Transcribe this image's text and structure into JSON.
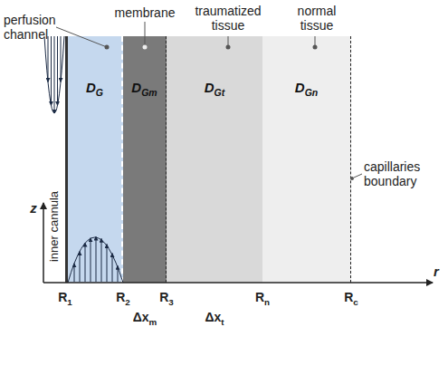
{
  "diagram": {
    "nodes": [
      {
        "text": [
          "DG"
        ]
      },
      {
        "text": [
          "DGm"
        ]
      },
      {
        "text": [
          "DGt"
        ]
      },
      {
        "text": [
          "DGn"
        ]
      }
    ],
    "labels": [
      "perfusion channel",
      "membrane",
      "traumatized tissue",
      "normal tissue",
      "capillaries boundary",
      "inner cannula",
      "z",
      "r",
      "R1",
      "R2",
      "R3",
      "Rn",
      "Rc",
      "Δxm",
      "Δxt"
    ]
  }
}
